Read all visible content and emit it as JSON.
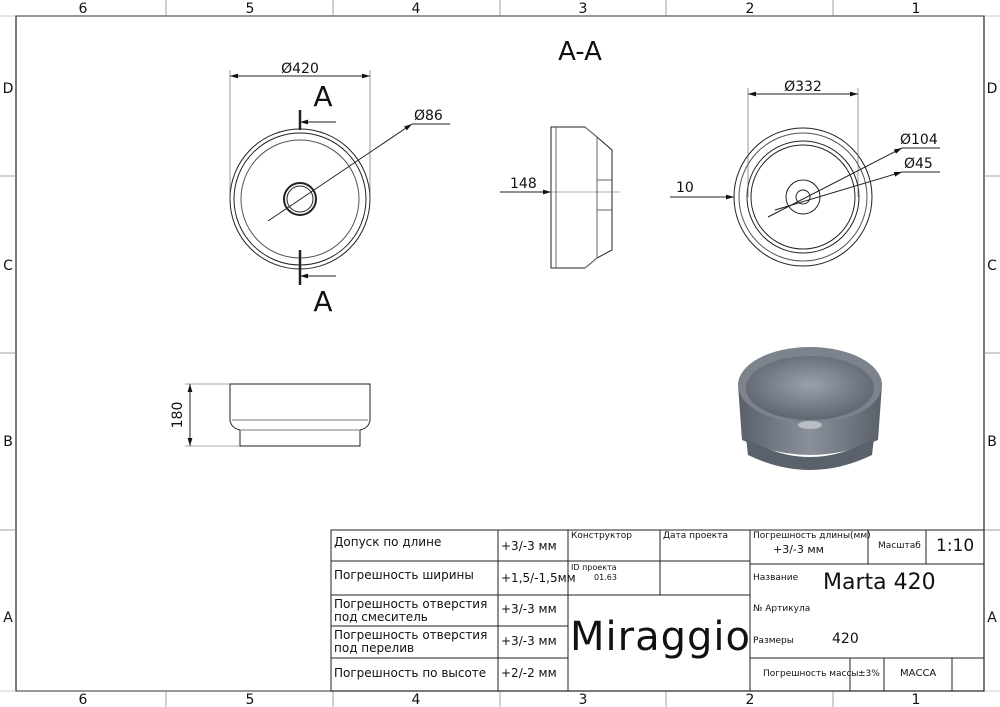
{
  "frame": {
    "columns": [
      "6",
      "5",
      "4",
      "3",
      "2",
      "1"
    ],
    "rows": [
      "D",
      "C",
      "B",
      "A"
    ]
  },
  "drawing": {
    "section_title": "A-A",
    "section_marker_top": "A",
    "section_marker_bottom": "A",
    "dims": {
      "outer_dia": "Ø420",
      "drain_dia": "Ø86",
      "section_height": "148",
      "top_dia": "Ø332",
      "ring_dia": "Ø104",
      "hole_dia": "Ø45",
      "wall": "10",
      "height": "180"
    }
  },
  "title_block": {
    "tolerances": [
      {
        "label": "Допуск по длине",
        "value": "+3/-3 мм"
      },
      {
        "label": "Погрешность ширины",
        "value": "+1,5/-1,5мм"
      },
      {
        "label": "Погрешность отверстия под смеситель",
        "value": "+3/-3 мм"
      },
      {
        "label": "Погрешность отверстия под перелив",
        "value": "+3/-3 мм"
      },
      {
        "label": "Погрешность по высоте",
        "value": "+2/-2 мм"
      }
    ],
    "designer_label": "Конструктор",
    "date_label": "Дата проекта",
    "project_id_label": "ID проекта",
    "project_id": "01.63",
    "brand": "Miraggio",
    "length_tol_label": "Погрешность длины(мм)",
    "length_tol_value": "+3/-3 мм",
    "scale_label": "Масштаб",
    "scale_value": "1:10",
    "name_label": "Название",
    "name_value": "Marta 420",
    "article_label": "№ Артикула",
    "size_label": "Размеры",
    "size_value": "420",
    "mass_tol_label": "Погрешность массы",
    "mass_tol_value": "±3%",
    "mass_label": "МАССА"
  }
}
